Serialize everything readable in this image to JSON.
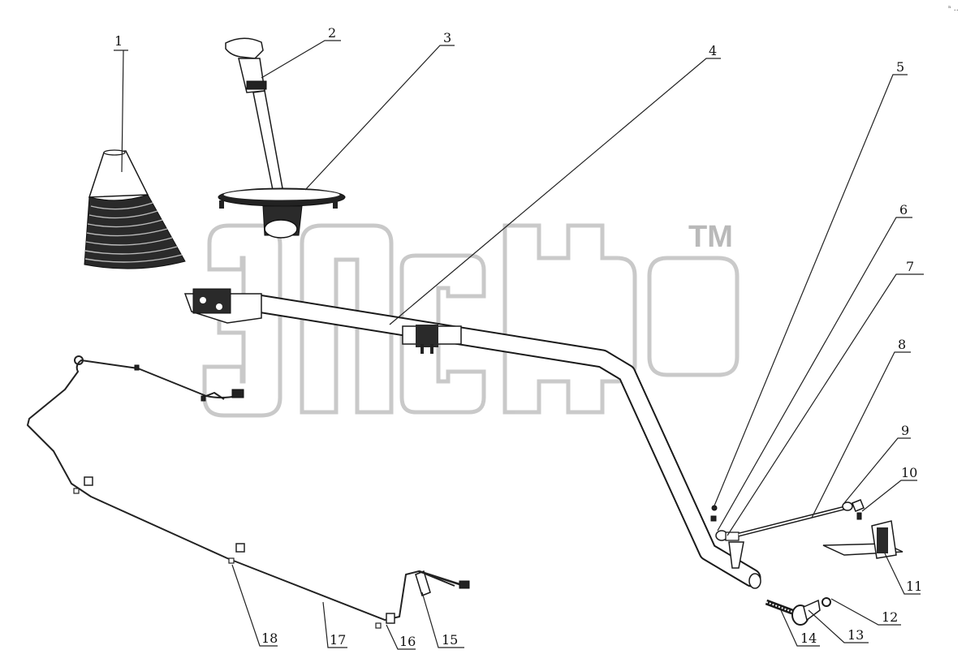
{
  "watermark": {
    "trademark": "TM"
  },
  "colors": {
    "line": "#1a1a1a",
    "watermark": "#c4c4c4",
    "background": "#ffffff"
  },
  "callouts": [
    {
      "id": "1",
      "label": "1"
    },
    {
      "id": "2",
      "label": "2"
    },
    {
      "id": "3",
      "label": "3"
    },
    {
      "id": "4",
      "label": "4"
    },
    {
      "id": "5",
      "label": "5"
    },
    {
      "id": "6",
      "label": "6"
    },
    {
      "id": "7",
      "label": "7"
    },
    {
      "id": "8",
      "label": "8"
    },
    {
      "id": "9",
      "label": "9"
    },
    {
      "id": "10",
      "label": "10"
    },
    {
      "id": "11",
      "label": "11"
    },
    {
      "id": "12",
      "label": "12"
    },
    {
      "id": "13",
      "label": "13"
    },
    {
      "id": "14",
      "label": "14"
    },
    {
      "id": "15",
      "label": "15"
    },
    {
      "id": "16",
      "label": "16"
    },
    {
      "id": "17",
      "label": "17"
    },
    {
      "id": "18",
      "label": "18"
    }
  ]
}
